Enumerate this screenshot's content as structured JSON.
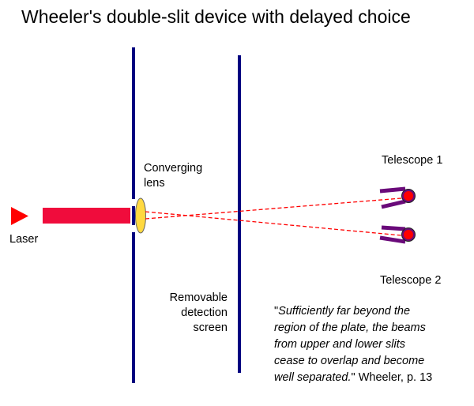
{
  "title": "Wheeler's double-slit device with delayed choice",
  "labels": {
    "laser": "Laser",
    "lens_line1": "Converging",
    "lens_line2": "lens",
    "telescope1": "Telescope 1",
    "telescope2": "Telescope 2",
    "screen_line1": "Removable",
    "screen_line2": "detection",
    "screen_line3": "screen"
  },
  "quote": {
    "open": "\"",
    "line1": "Sufficiently far beyond the",
    "line2": "region of the plate, the beams",
    "line3": "from upper and lower slits",
    "line4": "cease to overlap and become",
    "line5": "well separated.",
    "close": "\"",
    "citation": " Wheeler, p. 13"
  },
  "colors": {
    "barrier": "#000080",
    "beam": "#f00c3c",
    "laser": "#ff0000",
    "lens": "#ffd940",
    "telescope": "#6a0a7a",
    "dash": "#ff0000"
  }
}
